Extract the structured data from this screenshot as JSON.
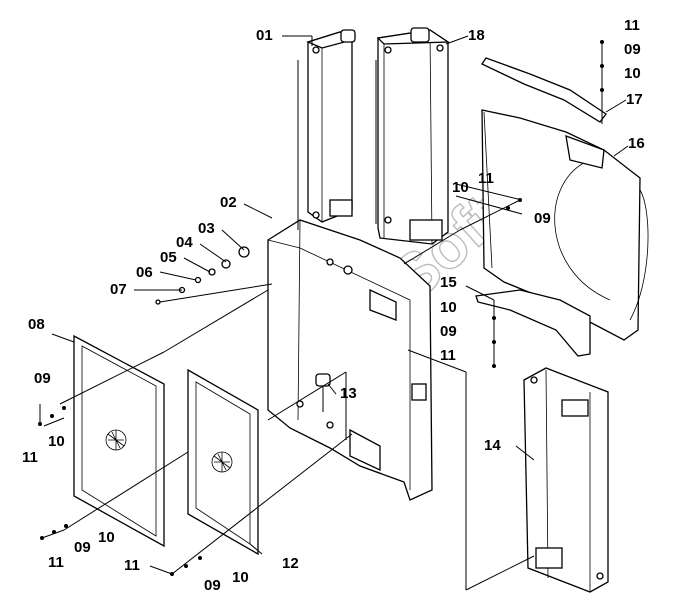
{
  "watermark": "AutoSoft",
  "callouts": [
    {
      "id": "c01",
      "text": "01"
    },
    {
      "id": "c18",
      "text": "18"
    },
    {
      "id": "c11a",
      "text": "11"
    },
    {
      "id": "c09a",
      "text": "09"
    },
    {
      "id": "c10a",
      "text": "10"
    },
    {
      "id": "c17",
      "text": "17"
    },
    {
      "id": "c16",
      "text": "16"
    },
    {
      "id": "c02",
      "text": "02"
    },
    {
      "id": "c03",
      "text": "03"
    },
    {
      "id": "c04",
      "text": "04"
    },
    {
      "id": "c05",
      "text": "05"
    },
    {
      "id": "c06",
      "text": "06"
    },
    {
      "id": "c07",
      "text": "07"
    },
    {
      "id": "c10b",
      "text": "10"
    },
    {
      "id": "c11b",
      "text": "11"
    },
    {
      "id": "c09b",
      "text": "09"
    },
    {
      "id": "c15",
      "text": "15"
    },
    {
      "id": "c10c",
      "text": "10"
    },
    {
      "id": "c09c",
      "text": "09"
    },
    {
      "id": "c11c",
      "text": "11"
    },
    {
      "id": "c08",
      "text": "08"
    },
    {
      "id": "c09d",
      "text": "09"
    },
    {
      "id": "c10d",
      "text": "10"
    },
    {
      "id": "c11d",
      "text": "11"
    },
    {
      "id": "c13",
      "text": "13"
    },
    {
      "id": "c14",
      "text": "14"
    },
    {
      "id": "c11e",
      "text": "11"
    },
    {
      "id": "c09e",
      "text": "09"
    },
    {
      "id": "c10e",
      "text": "10"
    },
    {
      "id": "c12",
      "text": "12"
    },
    {
      "id": "c11f",
      "text": "11"
    },
    {
      "id": "c09f",
      "text": "09"
    },
    {
      "id": "c10f",
      "text": "10"
    }
  ]
}
